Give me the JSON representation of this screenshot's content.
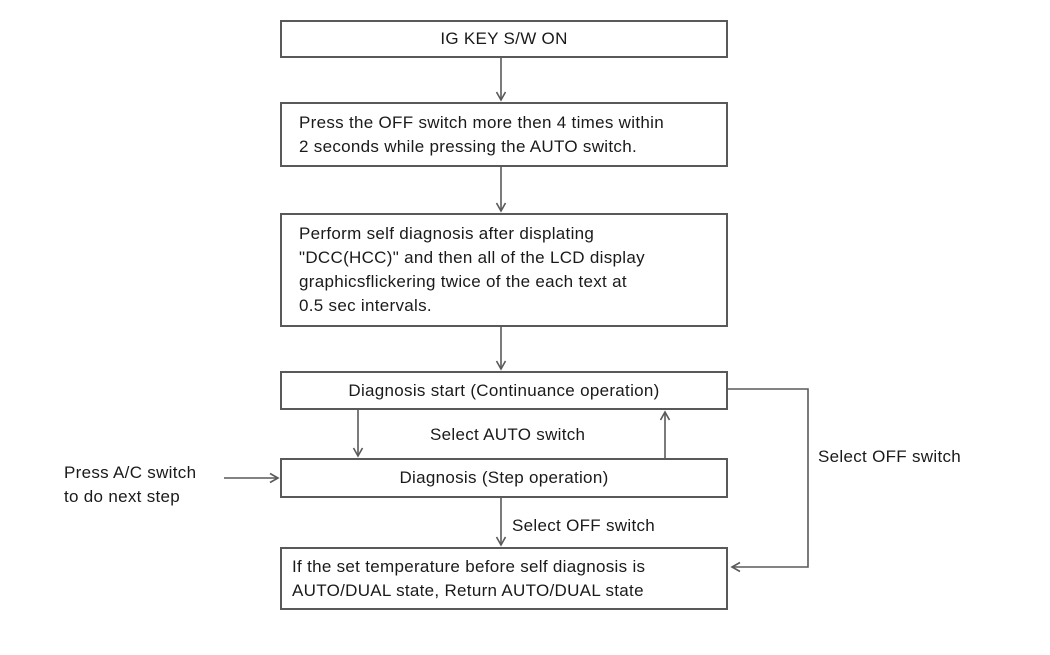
{
  "flowchart": {
    "boxes": [
      {
        "id": "box-ig-key",
        "text": "IG KEY S/W ON"
      },
      {
        "id": "box-press-off",
        "text": "Press the OFF switch more then 4 times within\n2 seconds while pressing the AUTO switch."
      },
      {
        "id": "box-perform",
        "text": "Perform self diagnosis after displating\n\"DCC(HCC)\" and then all of the LCD display\ngraphicsflickering twice of the each text at\n0.5 sec intervals."
      },
      {
        "id": "box-diag-start",
        "text": "Diagnosis start (Continuance operation)"
      },
      {
        "id": "box-diag-step",
        "text": "Diagnosis (Step operation)"
      },
      {
        "id": "box-return",
        "text": "If the set temperature before self diagnosis is\nAUTO/DUAL state, Return AUTO/DUAL state"
      }
    ],
    "labels": {
      "select_auto": "Select AUTO switch",
      "select_off_bottom": "Select OFF switch",
      "select_off_right": "Select OFF switch",
      "press_ac": "Press A/C switch\nto do next step"
    },
    "colors": {
      "line": "#5a5a5a",
      "text": "#1a1a1a",
      "background": "#ffffff"
    }
  }
}
